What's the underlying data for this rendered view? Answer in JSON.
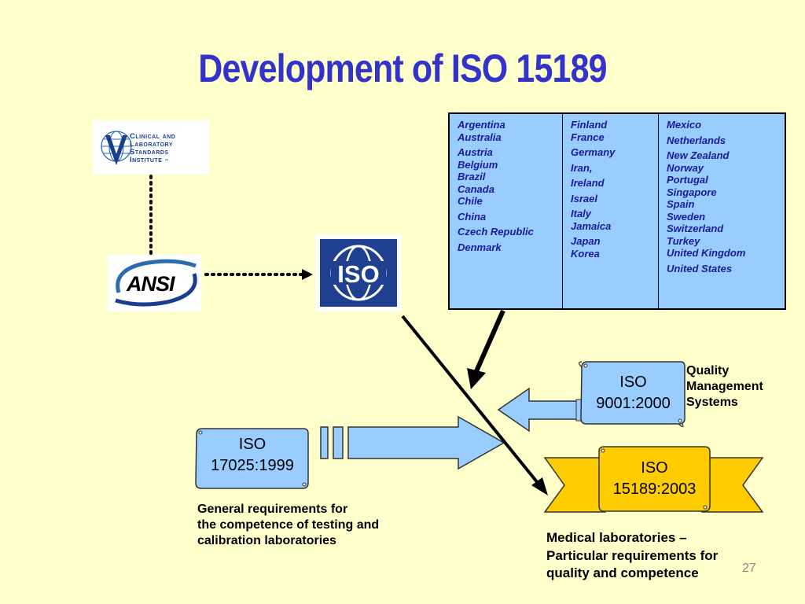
{
  "slide": {
    "title": "Development of ISO 15189",
    "page_number": "27"
  },
  "logos": {
    "clsi_lines": [
      "Clinical and",
      "Laboratory",
      "Standards",
      "Institute"
    ],
    "clsi_tm": "™",
    "ansi": "ANSI",
    "iso": "ISO"
  },
  "countries": {
    "col1": [
      [
        "Argentina",
        "Australia"
      ],
      [
        "Austria",
        "Belgium",
        "Brazil",
        "Canada",
        "Chile"
      ],
      [
        "China"
      ],
      [
        "Czech Republic"
      ],
      [
        "Denmark"
      ]
    ],
    "col2": [
      [
        "Finland",
        "France"
      ],
      [
        "Germany"
      ],
      [
        "Iran,"
      ],
      [
        "Ireland"
      ],
      [
        "Israel"
      ],
      [
        "Italy",
        "Jamaica"
      ],
      [
        "Japan",
        "Korea"
      ]
    ],
    "col3": [
      [
        "Mexico"
      ],
      [
        "Netherlands"
      ],
      [
        "New Zealand",
        "Norway",
        "Portugal",
        "Singapore",
        "Spain",
        "Sweden",
        "Switzerland",
        "Turkey",
        "United Kingdom"
      ],
      [
        "United States"
      ]
    ]
  },
  "standards": {
    "iso9001": [
      "ISO",
      "9001:2000"
    ],
    "iso17025": [
      "ISO",
      "17025:1999"
    ],
    "iso15189": [
      "ISO",
      "15189:2003"
    ]
  },
  "labels": {
    "qms": [
      "Quality",
      "Management",
      "Systems"
    ],
    "general_requirements": [
      "General requirements for",
      "the competence of testing and",
      "calibration laboratories"
    ],
    "medical_labs": [
      "Medical laboratories –",
      "Particular requirements for",
      "quality and competence"
    ]
  },
  "colors": {
    "background": "#ffffcc",
    "title": "#3333cc",
    "scroll_fill": "#99ccff",
    "banner_fill": "#ffcc00",
    "country_text": "#1a1a99"
  }
}
